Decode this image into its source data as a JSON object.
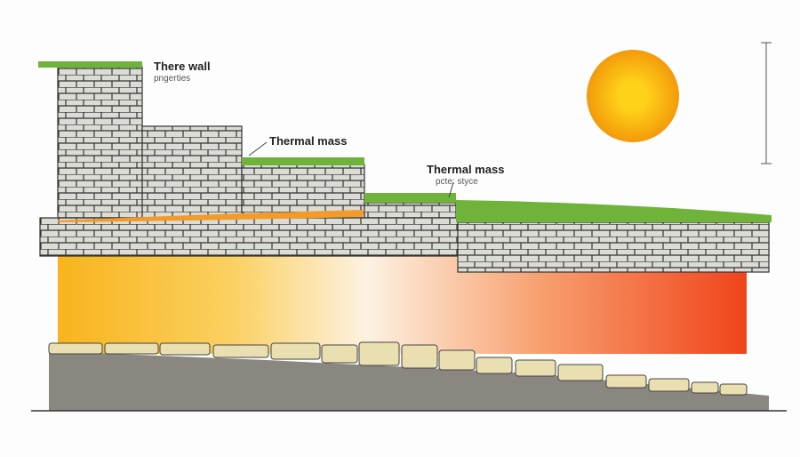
{
  "labels": {
    "wall_title": "There wall",
    "wall_sub": "pngerties",
    "mass1": "Thermal mass",
    "mass2": "Thermal mass",
    "mass2_sub": "pcte: styce"
  },
  "colors": {
    "sun_core": "#ffd21a",
    "sun_edge": "#f39a0a",
    "grass": "#6fb33a",
    "stone": "#dcdcd6",
    "heat_warm": "#f8b41c",
    "heat_hot": "#f0441a",
    "ground": "#8a8680"
  }
}
